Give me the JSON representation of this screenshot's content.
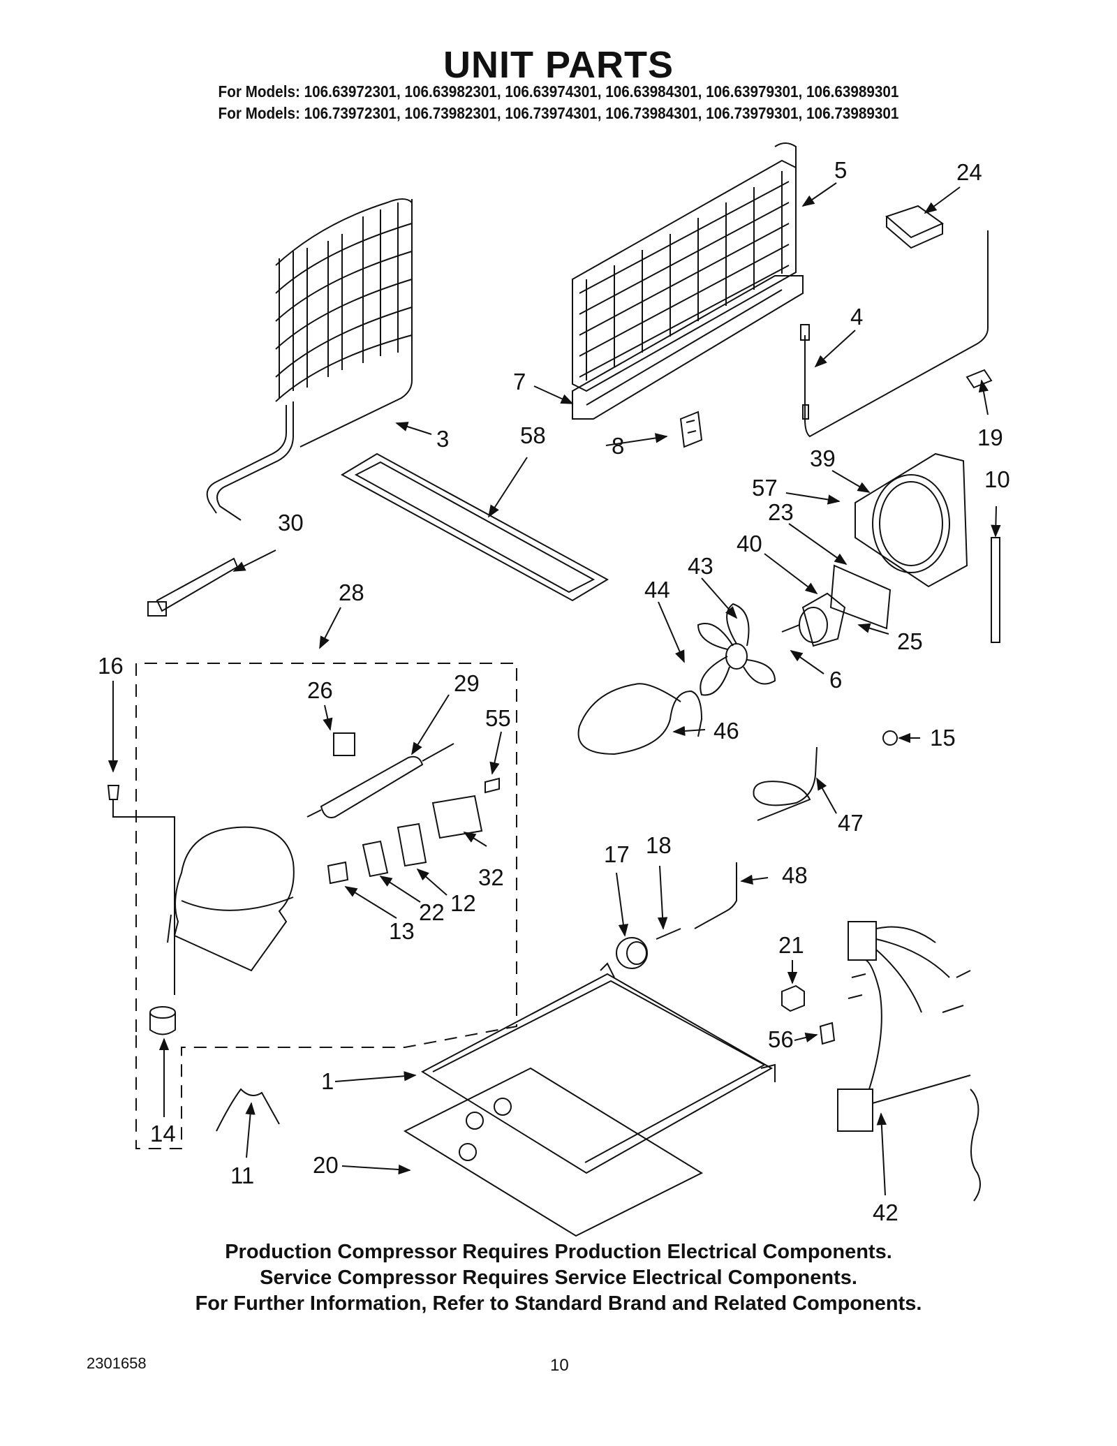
{
  "header": {
    "title": "UNIT PARTS",
    "models_line1": "For Models: 106.63972301, 106.63982301, 106.63974301, 106.63984301, 106.63979301, 106.63989301",
    "models_line2": "For Models: 106.73972301, 106.73982301, 106.73974301, 106.73984301, 106.73979301, 106.73989301"
  },
  "callouts": {
    "c1": "1",
    "c3": "3",
    "c4": "4",
    "c5": "5",
    "c6": "6",
    "c7": "7",
    "c8": "8",
    "c10": "10",
    "c11": "11",
    "c12": "12",
    "c13": "13",
    "c14": "14",
    "c15": "15",
    "c16": "16",
    "c17": "17",
    "c18": "18",
    "c19": "19",
    "c20": "20",
    "c21": "21",
    "c22": "22",
    "c23": "23",
    "c24": "24",
    "c25": "25",
    "c26": "26",
    "c28": "28",
    "c29": "29",
    "c30": "30",
    "c32": "32",
    "c39": "39",
    "c40": "40",
    "c42": "42",
    "c43": "43",
    "c44": "44",
    "c46": "46",
    "c47": "47",
    "c48": "48",
    "c55": "55",
    "c56": "56",
    "c57": "57",
    "c58": "58"
  },
  "notes": {
    "line1": "Production Compressor Requires Production Electrical Components.",
    "line2": "Service Compressor Requires Service Electrical Components.",
    "line3": "For Further Information, Refer to Standard Brand and Related Components."
  },
  "footer": {
    "document_number": "2301658",
    "page_number": "10"
  }
}
